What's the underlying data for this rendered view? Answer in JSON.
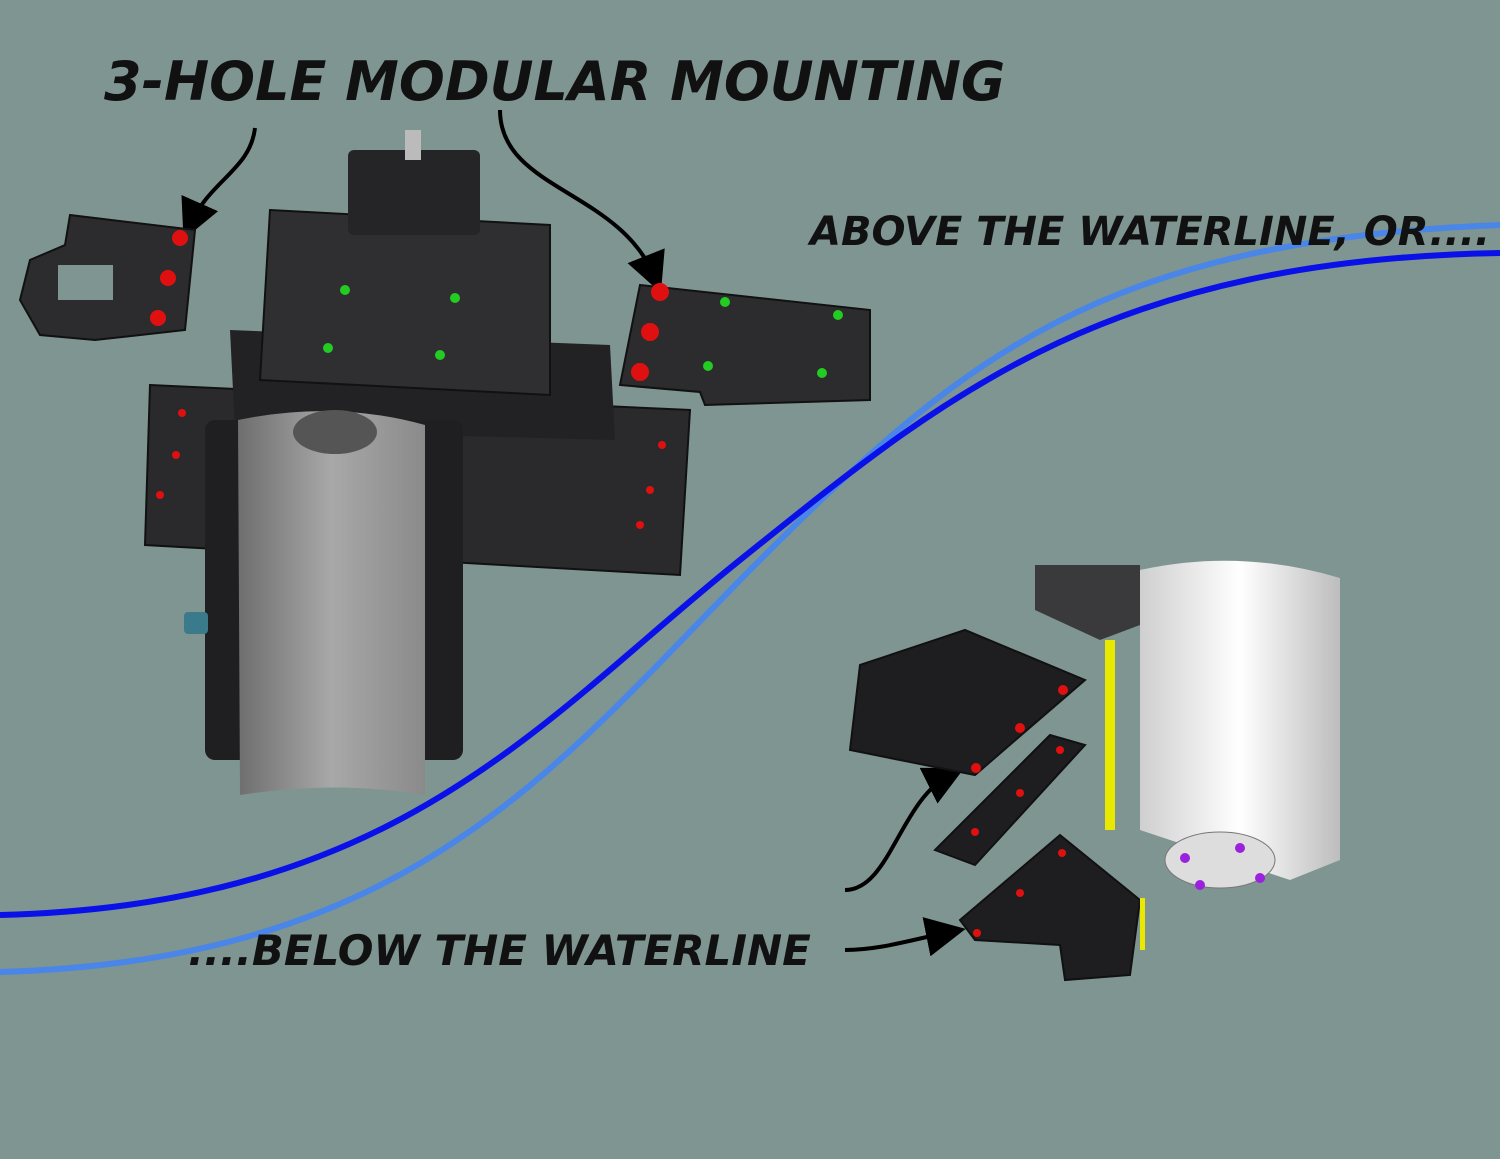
{
  "headings": {
    "title": "3-HOLE MODULAR MOUNTING",
    "above": "ABOVE THE WATERLINE, OR....",
    "below": "....BELOW THE WATERLINE"
  },
  "colors": {
    "background": "#7f9591",
    "waterline_dark": "#0a10e8",
    "waterline_light": "#4a86e8",
    "mount_hole": "#e01010",
    "guide_hole": "#22cc22",
    "part_body": "#2a2a2c",
    "accent_purple": "#9a22dd",
    "accent_yellow": "#e8e800"
  }
}
